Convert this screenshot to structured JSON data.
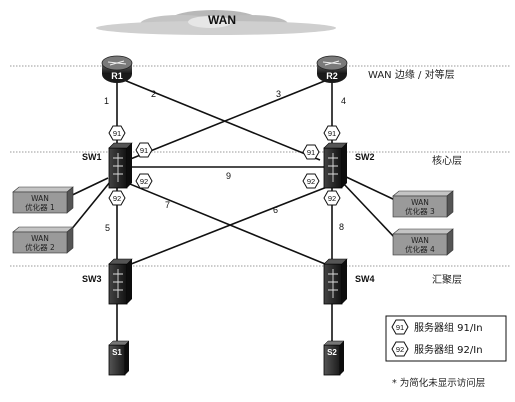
{
  "cloud": {
    "label": "WAN"
  },
  "layers": {
    "edge": "WAN 边缘 / 对等层",
    "core": "核心层",
    "aggregation": "汇聚层"
  },
  "devices": {
    "r1": "R1",
    "r2": "R2",
    "sw1": "SW1",
    "sw2": "SW2",
    "sw3": "SW3",
    "sw4": "SW4",
    "s1": "S1",
    "s2": "S2"
  },
  "links": [
    "1",
    "2",
    "3",
    "4",
    "5",
    "6",
    "7",
    "8",
    "9"
  ],
  "hex_badges": {
    "r1_down": "91",
    "sw1_r2": "91",
    "sw2_r1": "91",
    "r2_down": "91",
    "sw1_cross": "92",
    "sw1_down": "92",
    "sw2_cross": "92",
    "sw2_down": "92"
  },
  "optimizers": [
    {
      "line1": "WAN",
      "line2": "优化器 1"
    },
    {
      "line1": "WAN",
      "line2": "优化器 2"
    },
    {
      "line1": "WAN",
      "line2": "优化器 3"
    },
    {
      "line1": "WAN",
      "line2": "优化器 4"
    }
  ],
  "legend": [
    {
      "badge": "91",
      "text": "服务器组 91/In"
    },
    {
      "badge": "92",
      "text": "服务器组 92/In"
    }
  ],
  "footnote": "* 为简化未显示访问层",
  "colors": {
    "device_dark": "#1e1e1e",
    "optimizer_fill": "#9a9a9a",
    "line": "#111111",
    "layer_divider": "#9a9a9a"
  }
}
